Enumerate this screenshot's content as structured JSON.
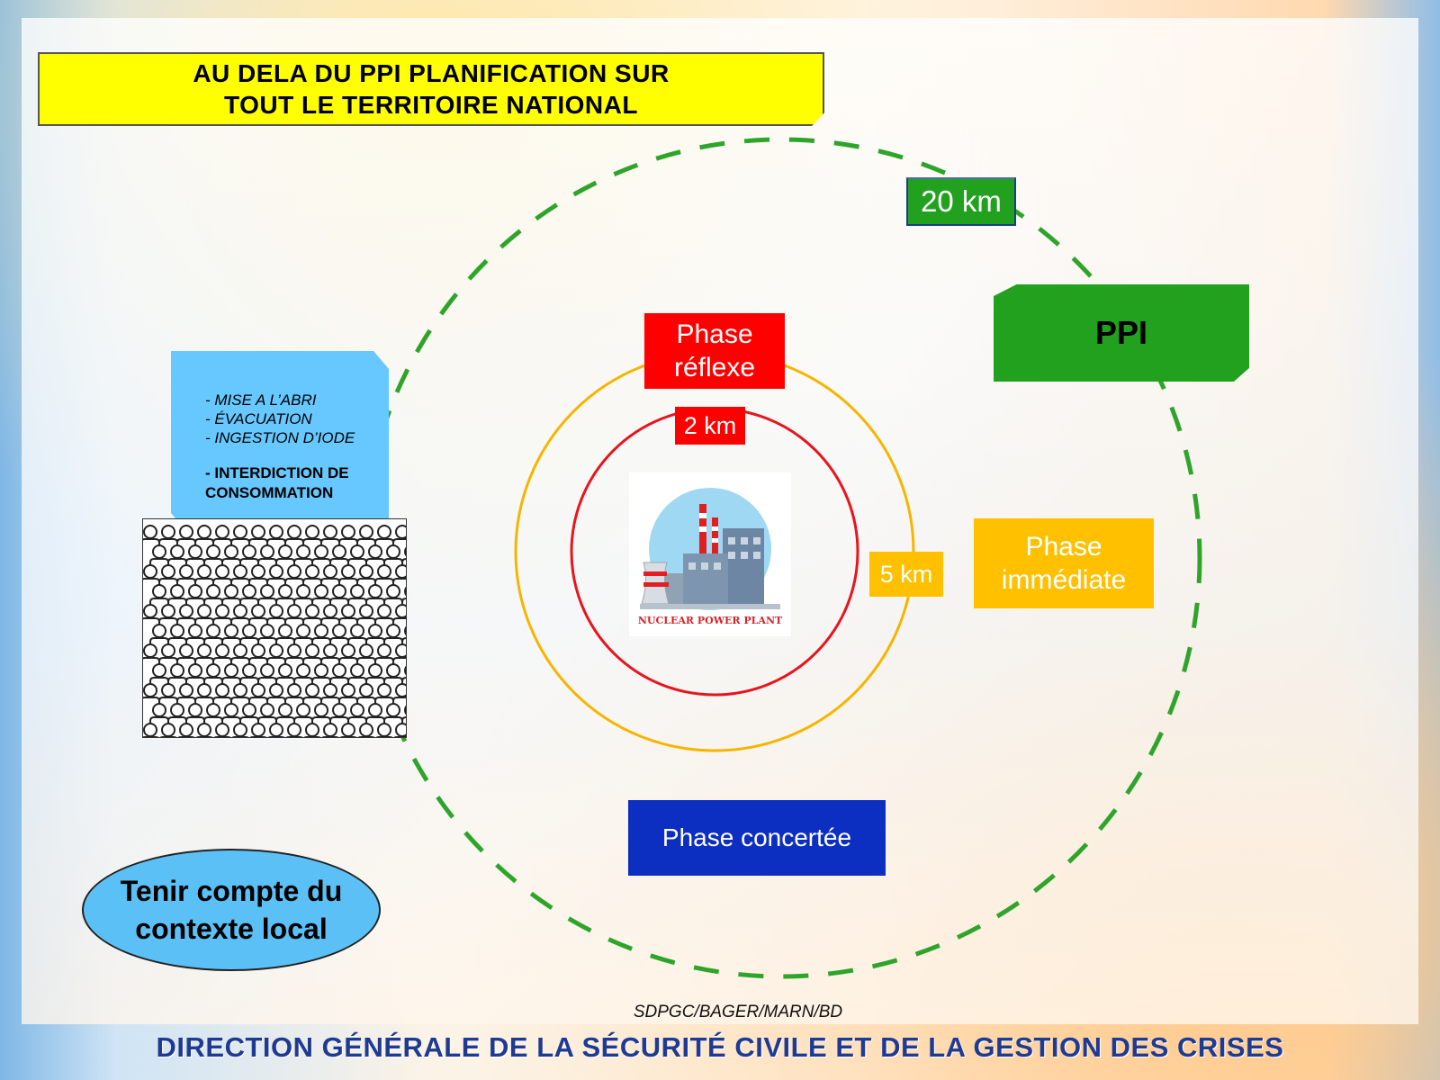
{
  "title": {
    "text": "AU DELA DU PPI PLANIFICATION SUR\nTOUT LE TERRITOIRE NATIONAL"
  },
  "zones": {
    "ppi_label": "PPI",
    "radius_20": "20 km",
    "radius_5": "5 km",
    "radius_2": "2 km",
    "phase_reflexe": "Phase\nréflexe",
    "phase_immediate": "Phase\nimmédiate",
    "phase_concertee": "Phase concertée"
  },
  "measures": {
    "items": [
      "-  MISE A L’ABRI",
      "-  ÉVACUATION",
      "-  INGESTION D’IODE"
    ],
    "emphasis": "- INTERDICTION DE CONSOMMATION"
  },
  "plant": {
    "label": "NUCLEAR POWER PLANT"
  },
  "local_context": "Tenir compte du\ncontexte local",
  "credit": "SDPGC/BAGER/MARN/BD",
  "footer": "DIRECTION GÉNÉRALE DE LA SÉCURITÉ CIVILE ET DE LA GESTION DES CRISES",
  "colors": {
    "ppi_green": "#22a11f",
    "reflexe_red": "#ff0000",
    "immediate_orange": "#ffc000",
    "concertee_blue": "#0c2fc2",
    "title_yellow": "#ffff00"
  }
}
